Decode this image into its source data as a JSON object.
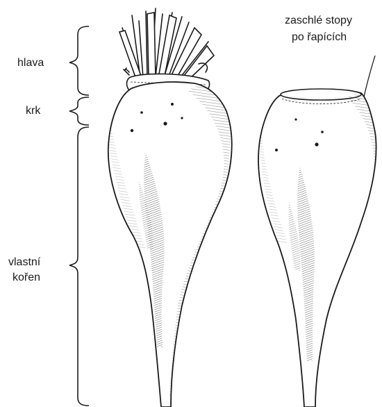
{
  "labels": {
    "head": "hlava",
    "neck": "krk",
    "root_line1": "vlastní",
    "root_line2": "kořen",
    "scars_line1": "zaschlé stopy",
    "scars_line2": "po řapících"
  },
  "colors": {
    "ink": "#1a1a1a",
    "background": "#ffffff"
  }
}
